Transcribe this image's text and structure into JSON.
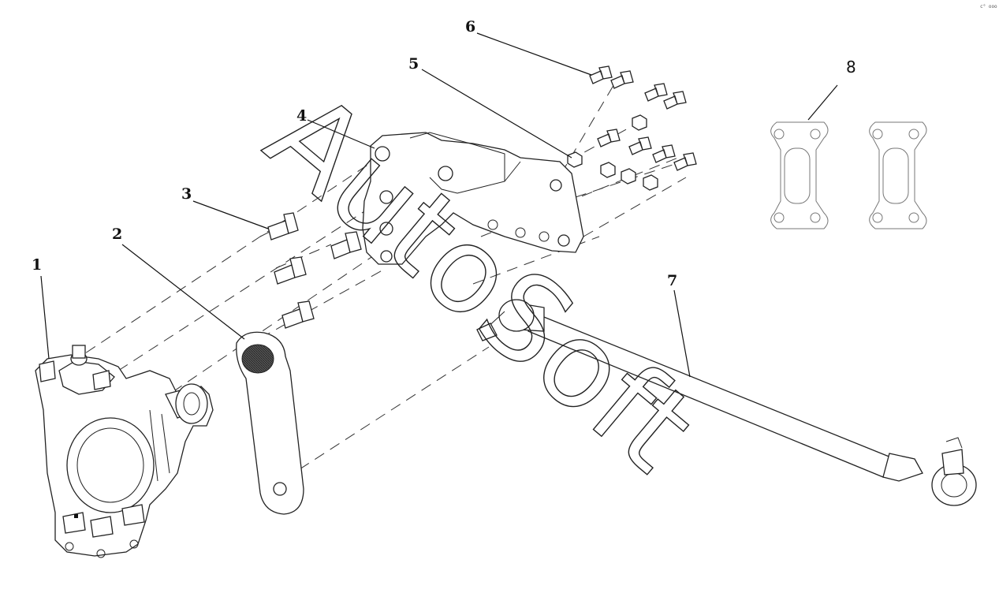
{
  "corner_mark": "c° ooo",
  "watermark": "AutoSoft",
  "callouts": [
    {
      "id": "1",
      "label": "1"
    },
    {
      "id": "2",
      "label": "2"
    },
    {
      "id": "3",
      "label": "3"
    },
    {
      "id": "4",
      "label": "4"
    },
    {
      "id": "5",
      "label": "5"
    },
    {
      "id": "6",
      "label": "6"
    },
    {
      "id": "7",
      "label": "7"
    },
    {
      "id": "8",
      "label": "8"
    }
  ],
  "colors": {
    "line": "#222222",
    "background": "#ffffff",
    "knurl": "#555555"
  }
}
